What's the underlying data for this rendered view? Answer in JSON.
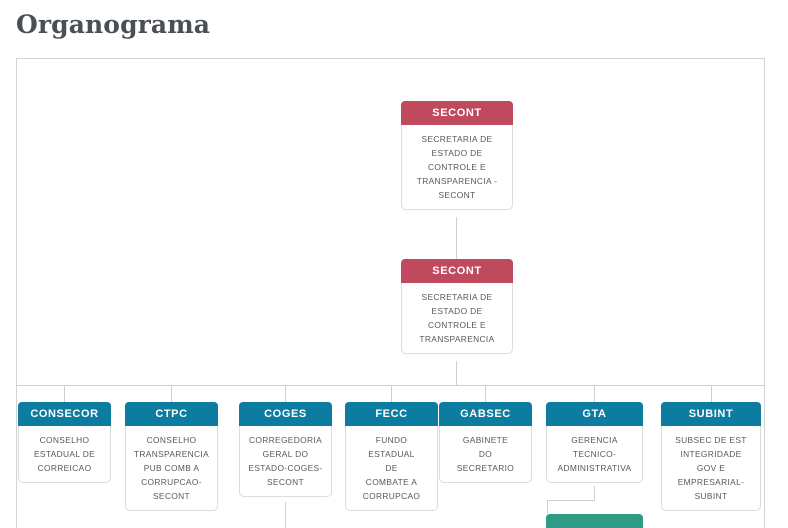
{
  "page": {
    "title": "Organograma",
    "accent_red": "#bf4a5d",
    "accent_teal": "#0d7ca1",
    "accent_green": "#2e9c84",
    "connector_color": "#cfcfcf",
    "border_color": "#d3d3d3"
  },
  "org_chart": {
    "type": "organization-chart",
    "root": {
      "code": "SECONT",
      "name": "SECRETARIA DE ESTADO DE CONTROLE E TRANSPARENCIA - SECONT",
      "lines": [
        "SECRETARIA DE",
        "ESTADO DE",
        "CONTROLE E",
        "TRANSPARENCIA -",
        "SECONT"
      ],
      "color": "#bf4a5d"
    },
    "level2": {
      "code": "SECONT",
      "name": "SECRETARIA DE ESTADO DE CONTROLE E TRANSPARENCIA",
      "lines": [
        "SECRETARIA DE",
        "ESTADO DE",
        "CONTROLE E",
        "TRANSPARENCIA"
      ],
      "color": "#bf4a5d"
    },
    "level3": [
      {
        "code": "CONSECOR",
        "name": "CONSELHO ESTADUAL DE CORREICAO",
        "lines": [
          "CONSELHO",
          "ESTADUAL DE",
          "CORREICAO"
        ],
        "color": "#0d7ca1"
      },
      {
        "code": "CTPC",
        "name": "CONSELHO TRANSPARENCIA PUB COMB A CORRUPCAO-SECONT",
        "lines": [
          "CONSELHO",
          "TRANSPARENCIA",
          "PUB COMB A",
          "CORRUPCAO-",
          "SECONT"
        ],
        "color": "#0d7ca1"
      },
      {
        "code": "COGES",
        "name": "CORREGEDORIA GERAL DO ESTADO-COGES-SECONT",
        "lines": [
          "CORREGEDORIA",
          "GERAL DO",
          "ESTADO-COGES-",
          "SECONT"
        ],
        "color": "#0d7ca1"
      },
      {
        "code": "FECC",
        "name": "FUNDO ESTADUAL DE COMBATE A CORRUPCAO",
        "lines": [
          "FUNDO",
          "ESTADUAL",
          "DE",
          "COMBATE A",
          "CORRUPCAO"
        ],
        "color": "#0d7ca1"
      },
      {
        "code": "GABSEC",
        "name": "GABINETE DO SECRETARIO",
        "lines": [
          "GABINETE",
          "DO",
          "SECRETARIO"
        ],
        "color": "#0d7ca1"
      },
      {
        "code": "GTA",
        "name": "GERENCIA TECNICO-ADMINISTRATIVA",
        "lines": [
          "GERENCIA",
          "TECNICO-",
          "ADMINISTRATIVA"
        ],
        "color": "#0d7ca1"
      },
      {
        "code": "SUBINT",
        "name": "SUBSEC DE EST INTEGRIDADE GOV E EMPRESARIAL-SUBINT",
        "lines": [
          "SUBSEC DE EST",
          "INTEGRIDADE",
          "GOV E",
          "EMPRESARIAL-",
          "SUBINT"
        ],
        "color": "#0d7ca1"
      }
    ]
  }
}
